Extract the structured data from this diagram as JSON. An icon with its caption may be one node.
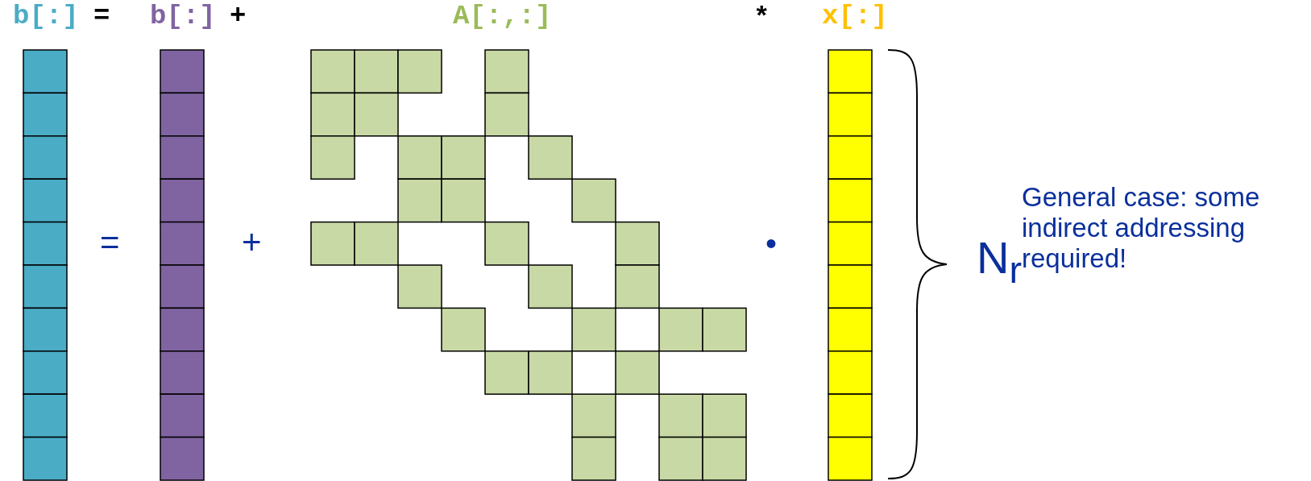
{
  "diagram": {
    "labels": [
      "b[:]",
      "=",
      "b[:]",
      "+",
      "A[:,:]",
      "*",
      "x[:]",
      "=",
      "+",
      "•",
      "N$_{r}$",
      "General case: some indirect addressing required!"
    ]
  }
}
